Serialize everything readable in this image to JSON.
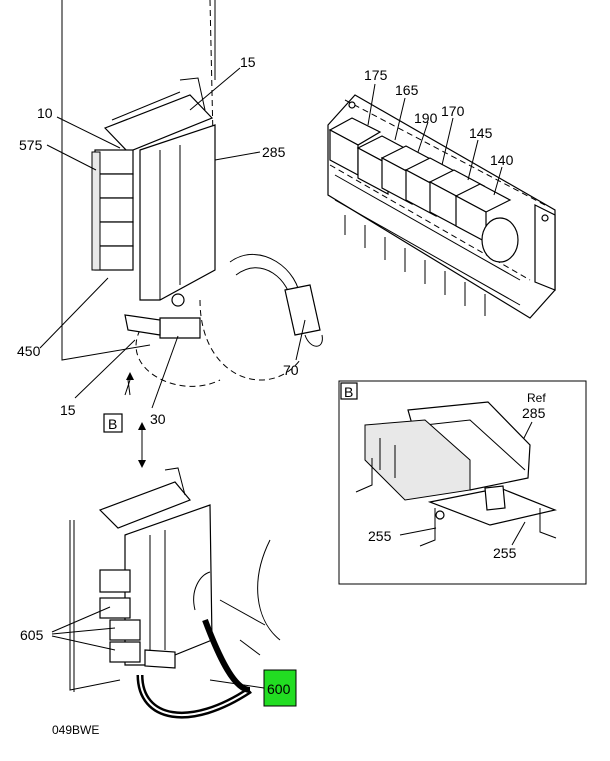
{
  "figure_id": "049BWE",
  "callouts": {
    "c15_top": "15",
    "c10": "10",
    "c575": "575",
    "c285": "285",
    "c450": "450",
    "c15_bottom": "15",
    "c30": "30",
    "c70": "70",
    "c175": "175",
    "c165": "165",
    "c190": "190",
    "c170": "170",
    "c145": "145",
    "c140": "140",
    "c605": "605",
    "c600": "600"
  },
  "view_b": {
    "view_label": "B",
    "ref_text": "Ref",
    "ref_number": "285",
    "c255_left": "255",
    "c255_right": "255"
  },
  "view_marker": "B",
  "highlight_color": "#22dd22"
}
